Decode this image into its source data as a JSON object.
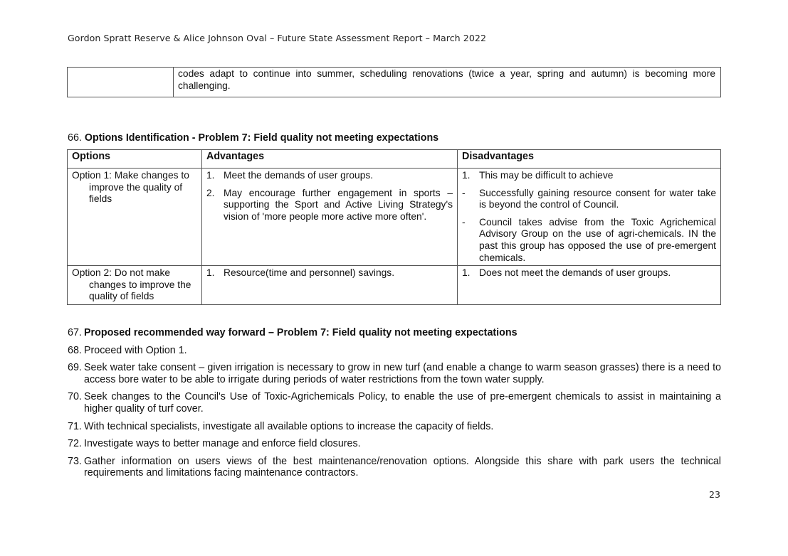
{
  "header": {
    "title": "Gordon Spratt Reserve & Alice Johnson Oval – Future State Assessment Report – March 2022"
  },
  "continued_table": {
    "text": "codes adapt to continue into summer, scheduling renovations (twice a year, spring and autumn) is becoming more challenging."
  },
  "section66": {
    "number": "66.",
    "title": "Options Identification - Problem 7: Field quality not meeting expectations"
  },
  "options_table": {
    "headers": [
      "Options",
      "Advantages",
      "Disadvantages"
    ],
    "rows": [
      {
        "option": "Option 1: Make changes to improve the quality of fields",
        "advantages": [
          {
            "marker": "1.",
            "text": "Meet the demands of user groups."
          },
          {
            "marker": "2.",
            "text": "May encourage further engagement in sports – supporting the Sport and Active Living Strategy's vision of 'more people more active more often'."
          }
        ],
        "disadvantages": [
          {
            "marker": "1.",
            "text": "This may be difficult to achieve"
          },
          {
            "marker": "-",
            "text": "Successfully gaining resource consent for water take is beyond the control of Council."
          },
          {
            "marker": "-",
            "text": "Council takes advise from the Toxic Agrichemical Advisory Group on the use of agri-chemicals. IN the past this group has opposed the use of pre-emergent chemicals."
          }
        ]
      },
      {
        "option": "Option 2: Do not make changes to improve the quality of fields",
        "advantages": [
          {
            "marker": "1.",
            "text": "Resource(time and personnel) savings."
          }
        ],
        "disadvantages": [
          {
            "marker": "1.",
            "text": "Does not meet the demands of user groups."
          }
        ]
      }
    ]
  },
  "items": [
    {
      "number": "67.",
      "text": "Proposed recommended way forward – Problem 7: Field quality not meeting expectations",
      "bold": true
    },
    {
      "number": "68.",
      "text": "Proceed with Option 1."
    },
    {
      "number": "69.",
      "text": "Seek water take consent – given irrigation is necessary to grow in new turf (and enable a change to warm season grasses) there is a need to access bore water to be able to irrigate during periods of water restrictions from the town water supply."
    },
    {
      "number": "70.",
      "text": "Seek changes to the Council's Use of Toxic-Agrichemicals Policy, to enable the use of pre-emergent chemicals to assist in maintaining a higher quality of turf cover."
    },
    {
      "number": "71.",
      "text": "With technical specialists, investigate all available options to increase the capacity of fields."
    },
    {
      "number": "72.",
      "text": "Investigate ways to better manage and enforce field closures."
    },
    {
      "number": "73.",
      "text": "Gather information on users views of the best maintenance/renovation options. Alongside this share with park users the technical requirements and limitations facing maintenance contractors."
    }
  ],
  "page_number": "23"
}
